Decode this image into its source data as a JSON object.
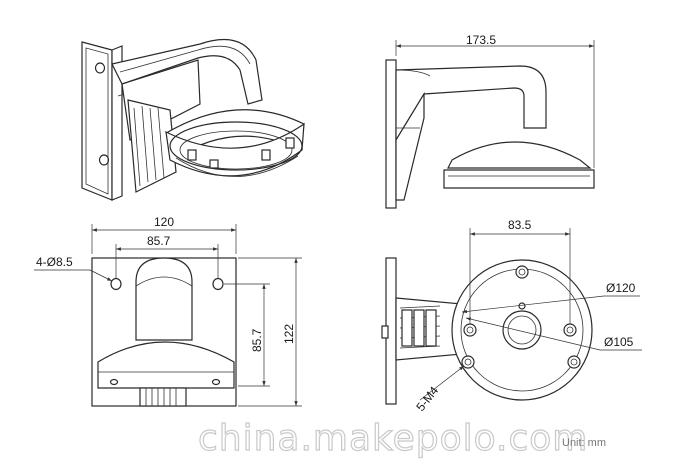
{
  "dimensions": {
    "side_width": "173.5",
    "plate_width": "120",
    "hole_spacing_h": "85.7",
    "hole_callout": "4-Ø8.5",
    "hole_spacing_v": "85.7",
    "plate_height": "122",
    "bottom_spacing": "83.5",
    "diameter_outer": "Ø120",
    "diameter_inner": "Ø105",
    "screw_callout": "5-M4"
  },
  "watermark": "china.makepolo.com",
  "unit_label": "Unit: mm"
}
